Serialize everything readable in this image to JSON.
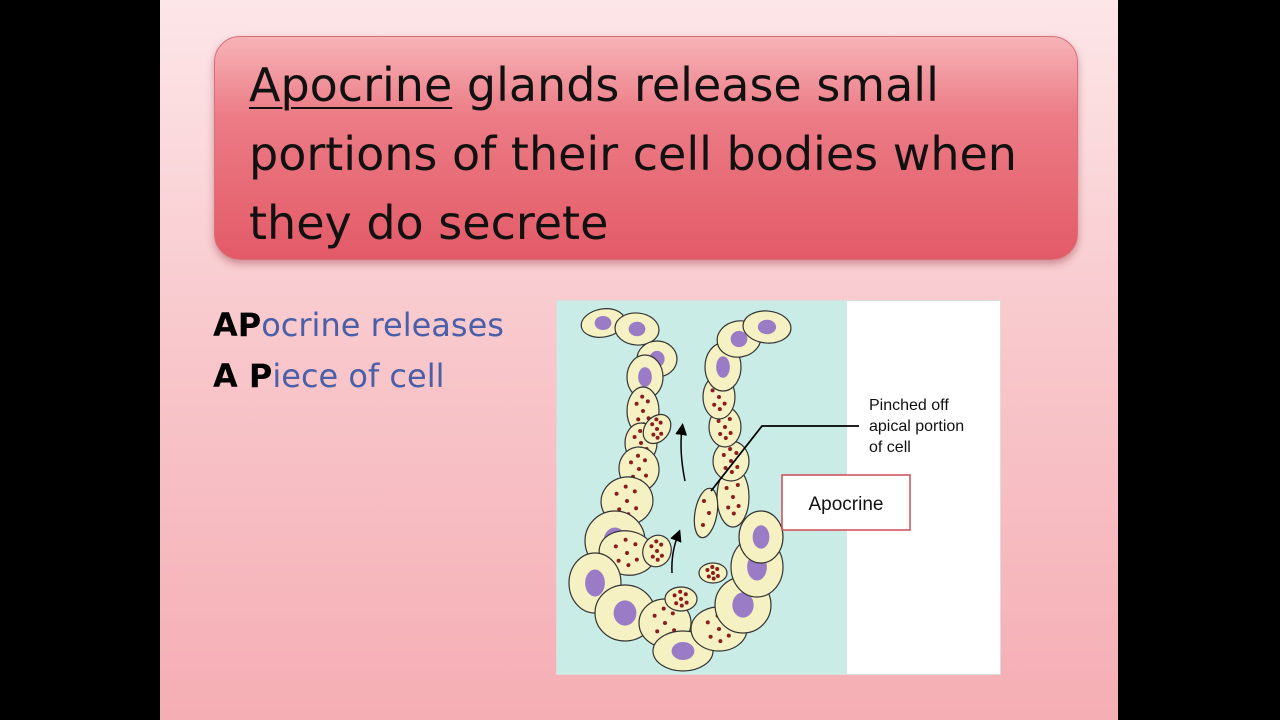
{
  "slide": {
    "title_term": "Apocrine",
    "title_rest": " glands release small portions of their cell bodies when they do secrete",
    "mnemonic": {
      "line1_bold": "AP",
      "line1_rest": "ocrine releases",
      "line2_bold": "A P",
      "line2_rest": "iece of cell"
    }
  },
  "figure": {
    "label_callout_1": "Pinched off",
    "label_callout_2": "apical portion",
    "label_callout_3": "of cell",
    "label_box": "Apocrine"
  },
  "colors": {
    "slide_bg": "#f8c9cd",
    "title_box": "#e35a67",
    "mnemonic_text": "#4a5fa8",
    "figure_bg": "#c9ece6",
    "cell_fill": "#f6f1c2",
    "nucleus": "#9a7cc6",
    "granule": "#8a1d1d"
  }
}
